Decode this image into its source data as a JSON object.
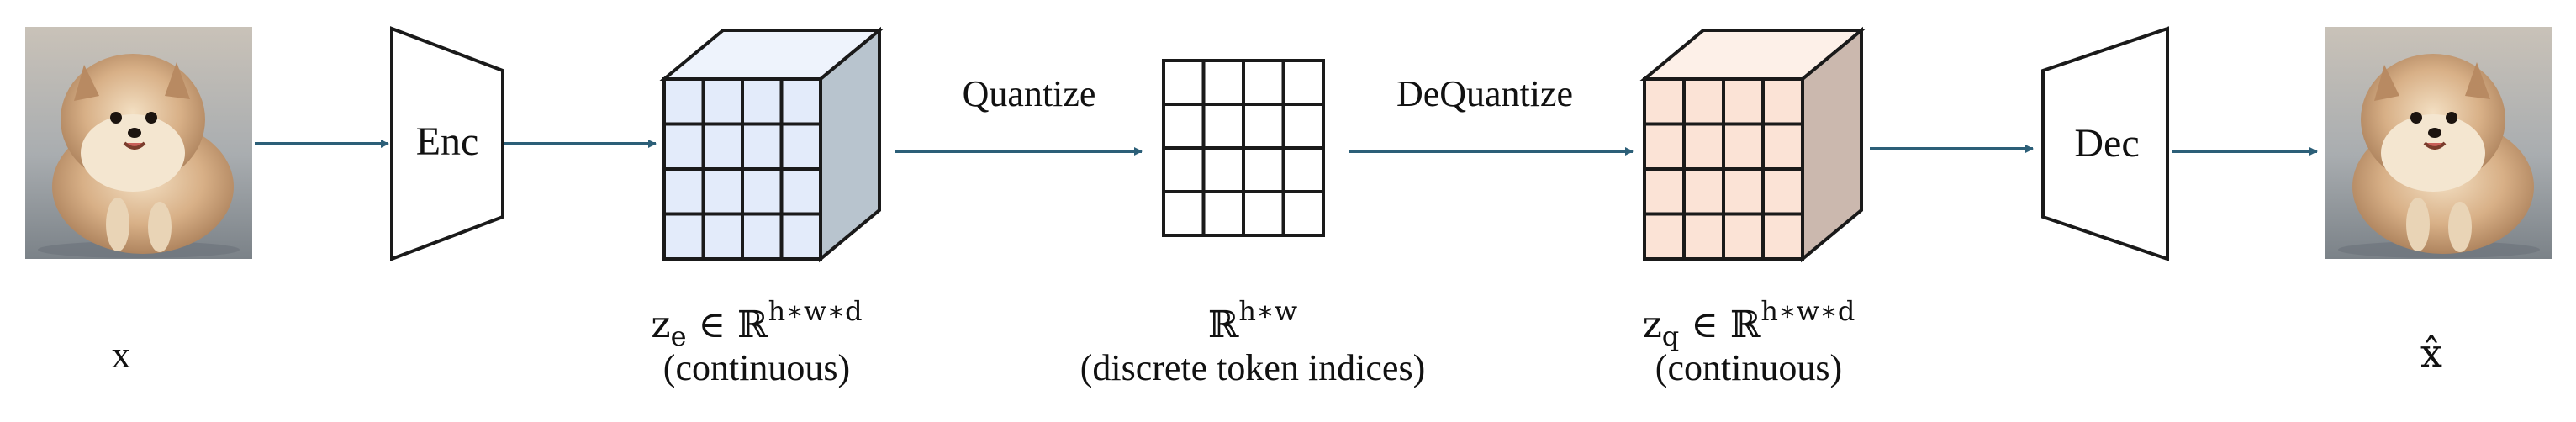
{
  "blocks": {
    "encoder": "Enc",
    "decoder": "Dec"
  },
  "arrows": {
    "quantize": "Quantize",
    "dequantize": "DeQuantize"
  },
  "labels": {
    "input": {
      "text": "x"
    },
    "latent_continuous": {
      "symbol": "z",
      "subscript": "e",
      "relation": " ∈ ℝ",
      "superscript": "h∗w∗d",
      "description": "(continuous)"
    },
    "token_indices": {
      "symbol": "ℝ",
      "superscript": "h∗w",
      "description": "(discrete token indices)"
    },
    "latent_quantized": {
      "symbol": "z",
      "subscript": "q",
      "relation": " ∈ ℝ",
      "superscript": "h∗w∗d",
      "description": "(continuous)"
    },
    "output": {
      "text": "x̂"
    }
  },
  "colors": {
    "arrow": "#2c5f78",
    "line": "#1a1a1a",
    "cube_continuous_front": "#e3ebfa",
    "cube_continuous_top": "#eef3fc",
    "cube_continuous_side": "#b8c4ce",
    "cube_quantized_front": "#fbe3d6",
    "cube_quantized_top": "#fdf0e8",
    "cube_quantized_side": "#cbb8ae",
    "fur_light": "#e8cfae",
    "fur_mid": "#cda57e",
    "fur_dark": "#8a6547",
    "photo_bg": "#a3aab0"
  }
}
